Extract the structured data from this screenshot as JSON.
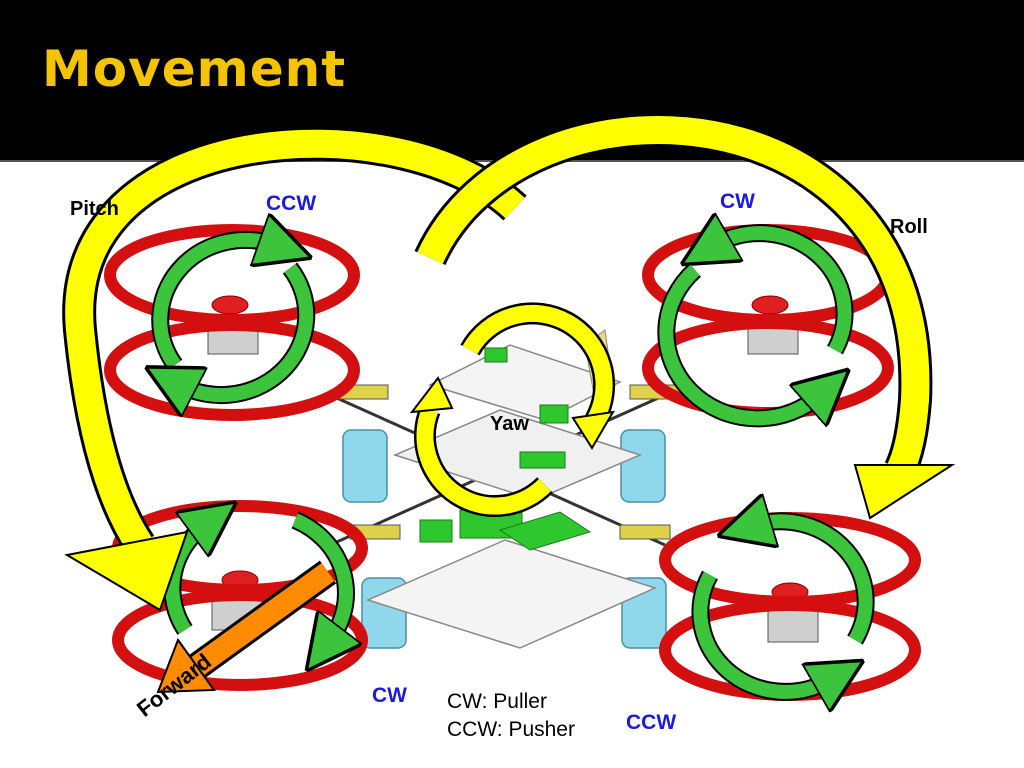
{
  "slide": {
    "title": "Movement"
  },
  "labels": {
    "pitch": "Pitch",
    "roll": "Roll",
    "yaw": "Yaw",
    "forward": "Forward",
    "rotor_top_left": "CCW",
    "rotor_top_right": "CW",
    "rotor_bottom_left": "CW",
    "rotor_bottom_right": "CCW"
  },
  "legend": {
    "line1": "CW:  Puller",
    "line2": "CCW:  Pusher"
  },
  "colors": {
    "header_bg": "#000000",
    "title": "#f5c400",
    "rotor_ring": "#d40f0f",
    "rotation_arrow": "#3cc43c",
    "movement_arrow": "#ffff00",
    "forward_arrow": "#ff8c00",
    "rotor_label": "#1a1ae0"
  }
}
